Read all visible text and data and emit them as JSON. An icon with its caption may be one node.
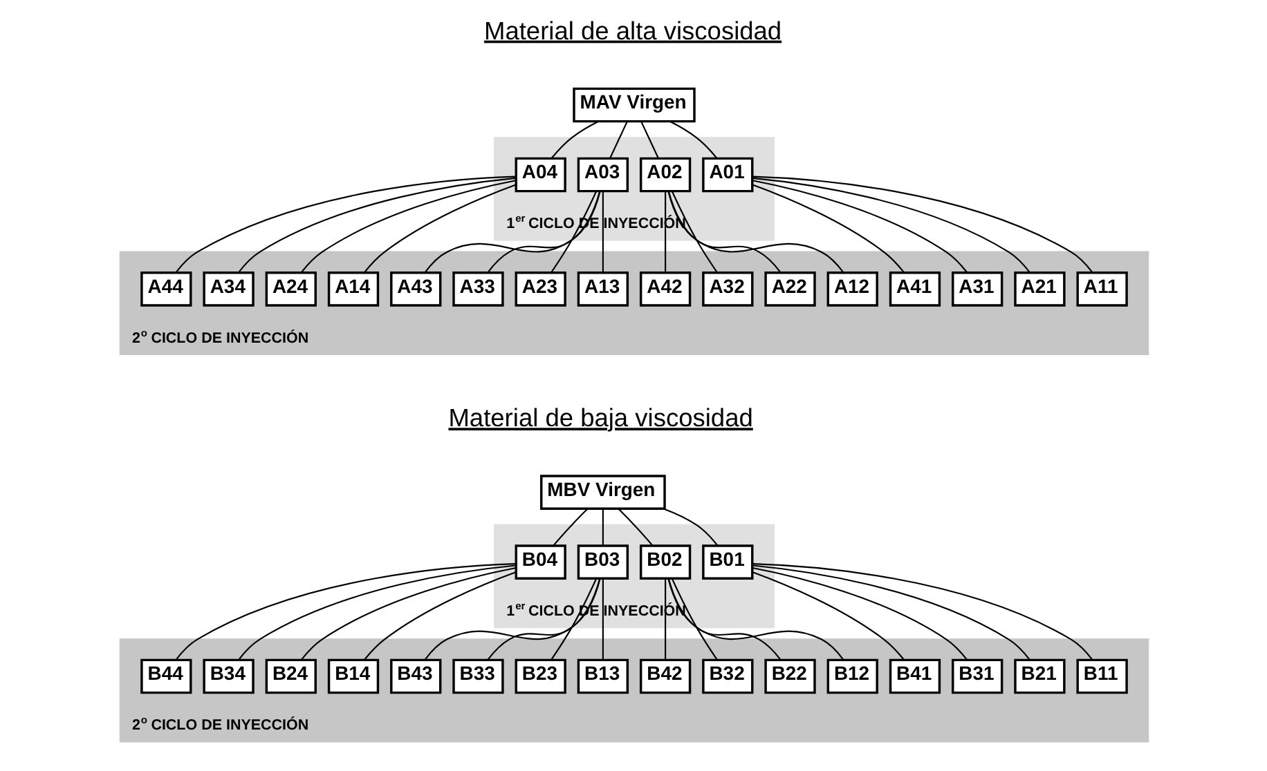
{
  "diagram": {
    "nodes": [
      {
        "text": [
          "MAV Virgen"
        ]
      },
      {
        "text": [
          "1$^{er}$ CICLO DE INYECCIÓN"
        ]
      },
      {
        "text": [
          "A01"
        ],
        "in": 1
      },
      {
        "text": [
          "A02"
        ],
        "in": 1
      },
      {
        "text": [
          "A03"
        ],
        "in": 1
      },
      {
        "text": [
          "A04"
        ],
        "in": 1
      },
      {
        "text": [
          "2$^{o}$ CICLO DE INYECCIÓN"
        ]
      },
      {
        "text": [
          "A11"
        ],
        "in": 6
      },
      {
        "text": [
          "A21"
        ],
        "in": 6
      },
      {
        "text": [
          "A31"
        ],
        "in": 6
      },
      {
        "text": [
          "A41"
        ],
        "in": 6
      },
      {
        "text": [
          "A12"
        ],
        "in": 6
      },
      {
        "text": [
          "A22"
        ],
        "in": 6
      },
      {
        "text": [
          "A32"
        ],
        "in": 6
      },
      {
        "text": [
          "A42"
        ],
        "in": 6
      },
      {
        "text": [
          "A13"
        ],
        "in": 6
      },
      {
        "text": [
          "A23"
        ],
        "in": 6
      },
      {
        "text": [
          "A33"
        ],
        "in": 6
      },
      {
        "text": [
          "A43"
        ],
        "in": 6
      },
      {
        "text": [
          "A14"
        ],
        "in": 6
      },
      {
        "text": [
          "A24"
        ],
        "in": 6
      },
      {
        "text": [
          "A34"
        ],
        "in": 6
      },
      {
        "text": [
          "A44"
        ],
        "in": 6
      },
      {
        "text": [
          "MBV Virgen"
        ]
      },
      {
        "text": [
          "1$^{er}$ CICLO DE INYECCIÓN"
        ]
      },
      {
        "text": [
          "B01"
        ],
        "in": 24
      },
      {
        "text": [
          "B02"
        ],
        "in": 24
      },
      {
        "text": [
          "B03"
        ],
        "in": 24
      },
      {
        "text": [
          "B04"
        ],
        "in": 24
      },
      {
        "text": [
          "2$^{o}$ CICLO DE INYECCIÓN"
        ]
      },
      {
        "text": [
          "B11"
        ],
        "in": 29
      },
      {
        "text": [
          "B21"
        ],
        "in": 29
      },
      {
        "text": [
          "B31"
        ],
        "in": 29
      },
      {
        "text": [
          "B41"
        ],
        "in": 29
      },
      {
        "text": [
          "B12"
        ],
        "in": 29
      },
      {
        "text": [
          "B22"
        ],
        "in": 29
      },
      {
        "text": [
          "B32"
        ],
        "in": 29
      },
      {
        "text": [
          "B42"
        ],
        "in": 29
      },
      {
        "text": [
          "B13"
        ],
        "in": 29
      },
      {
        "text": [
          "B23"
        ],
        "in": 29
      },
      {
        "text": [
          "B33"
        ],
        "in": 29
      },
      {
        "text": [
          "B43"
        ],
        "in": 29
      },
      {
        "text": [
          "B14"
        ],
        "in": 29
      },
      {
        "text": [
          "B24"
        ],
        "in": 29
      },
      {
        "text": [
          "B34"
        ],
        "in": 29
      },
      {
        "text": [
          "B44"
        ],
        "in": 29
      }
    ],
    "edges": [
      {
        "from": 0,
        "to": 2,
        "arrow": "none"
      },
      {
        "from": 0,
        "to": 3,
        "arrow": "none"
      },
      {
        "from": 0,
        "to": 4,
        "arrow": "none"
      },
      {
        "from": 0,
        "to": 5,
        "arrow": "none"
      },
      {
        "from": 2,
        "to": 7,
        "arrow": "none"
      },
      {
        "from": 2,
        "to": 8,
        "arrow": "none"
      },
      {
        "from": 2,
        "to": 9,
        "arrow": "none"
      },
      {
        "from": 2,
        "to": 10,
        "arrow": "none"
      },
      {
        "from": 3,
        "to": 11,
        "arrow": "none"
      },
      {
        "from": 3,
        "to": 12,
        "arrow": "none"
      },
      {
        "from": 3,
        "to": 13,
        "arrow": "none"
      },
      {
        "from": 3,
        "to": 14,
        "arrow": "none"
      },
      {
        "from": 4,
        "to": 15,
        "arrow": "none"
      },
      {
        "from": 4,
        "to": 16,
        "arrow": "none"
      },
      {
        "from": 4,
        "to": 17,
        "arrow": "none"
      },
      {
        "from": 4,
        "to": 18,
        "arrow": "none"
      },
      {
        "from": 5,
        "to": 19,
        "arrow": "none"
      },
      {
        "from": 5,
        "to": 20,
        "arrow": "none"
      },
      {
        "from": 5,
        "to": 21,
        "arrow": "none"
      },
      {
        "from": 5,
        "to": 22,
        "arrow": "none"
      },
      {
        "from": 23,
        "to": 25,
        "arrow": "none"
      },
      {
        "from": 23,
        "to": 26,
        "arrow": "none"
      },
      {
        "from": 23,
        "to": 27,
        "arrow": "none"
      },
      {
        "from": 23,
        "to": 28,
        "arrow": "none"
      },
      {
        "from": 25,
        "to": 30,
        "arrow": "none"
      },
      {
        "from": 25,
        "to": 31,
        "arrow": "none"
      },
      {
        "from": 25,
        "to": 32,
        "arrow": "none"
      },
      {
        "from": 25,
        "to": 33,
        "arrow": "none"
      },
      {
        "from": 26,
        "to": 34,
        "arrow": "none"
      },
      {
        "from": 26,
        "to": 35,
        "arrow": "none"
      },
      {
        "from": 26,
        "to": 36,
        "arrow": "none"
      },
      {
        "from": 26,
        "to": 37,
        "arrow": "none"
      },
      {
        "from": 27,
        "to": 38,
        "arrow": "none"
      },
      {
        "from": 27,
        "to": 39,
        "arrow": "none"
      },
      {
        "from": 27,
        "to": 40,
        "arrow": "none"
      },
      {
        "from": 27,
        "to": 41,
        "arrow": "none"
      },
      {
        "from": 28,
        "to": 42,
        "arrow": "none"
      },
      {
        "from": 28,
        "to": 43,
        "arrow": "none"
      },
      {
        "from": 28,
        "to": 44,
        "arrow": "none"
      },
      {
        "from": 28,
        "to": 45,
        "arrow": "none"
      }
    ],
    "labels": [
      "Material de alta viscosidad",
      "Material de baja viscosidad"
    ]
  }
}
